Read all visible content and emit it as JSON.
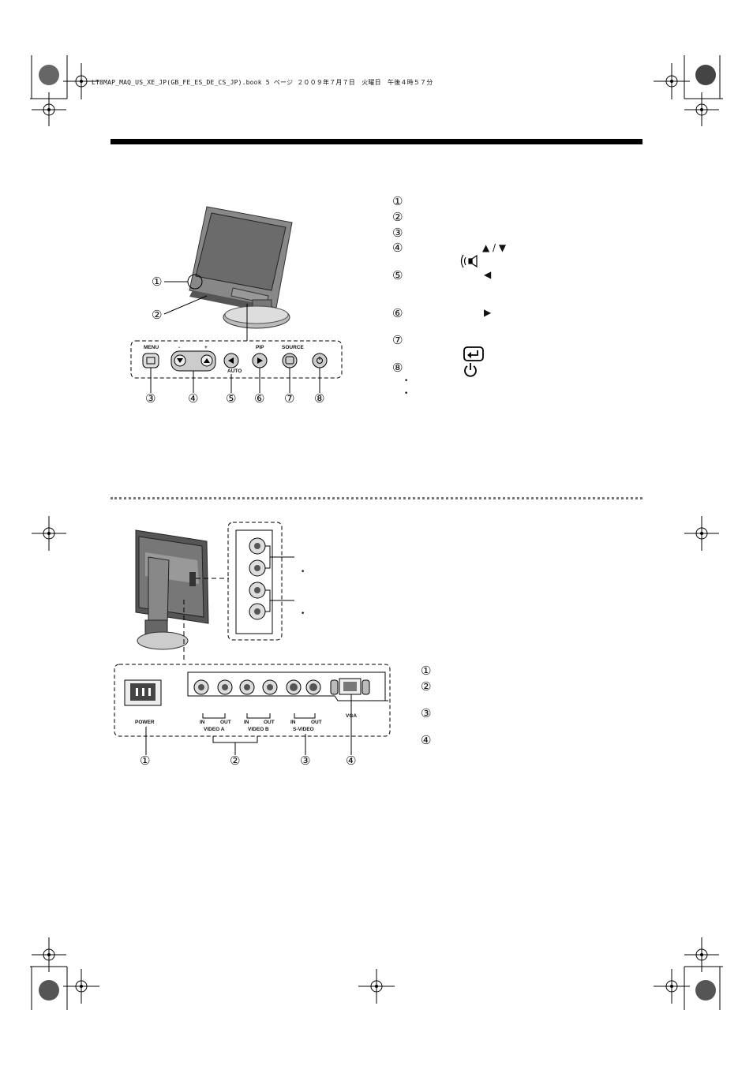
{
  "header": {
    "file_info": "LT8MAP_MAQ_US_XE_JP(GB_FE_ES_DE_CS_JP).book  5 ページ  ２００９年７月７日　火曜日　午後４時５７分"
  },
  "front_panel": {
    "callouts": [
      "①",
      "②",
      "③",
      "④",
      "⑤",
      "⑥",
      "⑦",
      "⑧"
    ],
    "buttons": {
      "menu": "MENU",
      "minus": "-",
      "plus": "+",
      "pip": "PIP",
      "auto": "AUTO",
      "source": "SOURCE"
    },
    "legend_numbers": [
      "①",
      "②",
      "③",
      "④",
      "⑤",
      "⑥",
      "⑦",
      "⑧"
    ],
    "legend_symbols": {
      "up_down": "▲ / ▼",
      "left": "◀",
      "right": "▶"
    }
  },
  "rear_panel": {
    "callouts": [
      "①",
      "②",
      "③",
      "④"
    ],
    "labels": {
      "power": "POWER",
      "in1": "IN",
      "out1": "OUT",
      "video_a": "VIDEO A",
      "in2": "IN",
      "out2": "OUT",
      "video_b": "VIDEO B",
      "in3": "IN",
      "out3": "OUT",
      "s_video": "S-VIDEO",
      "vga": "VGA"
    },
    "legend_numbers": [
      "①",
      "②",
      "③",
      "④"
    ]
  },
  "bullets": [
    "•",
    "•",
    "•",
    "•"
  ]
}
